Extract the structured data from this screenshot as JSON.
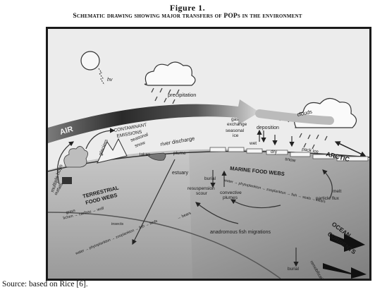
{
  "figure_number": "Figure 1.",
  "figure_title": "Schematic drawing showing major transfers of POPs in the environment",
  "labels": {
    "hv": "hv",
    "air": "AIR",
    "precipitation": "precipitation",
    "clouds": "clouds",
    "multiple_hops": "multiple hops",
    "contaminant_emissions_1": "CONTAMINANT",
    "contaminant_emissions_2": "EMISSIONS",
    "glaciers": "glaciers",
    "seasonal_snow_1": "seasonal",
    "seasonal_snow_2": "snow",
    "river_discharge": "river discharge",
    "gas_exchange_1": "gas",
    "gas_exchange_2": "exchange",
    "seasonal_ice_1": "seasonal",
    "seasonal_ice_2": "ice",
    "deposition": "deposition",
    "wet": "wet",
    "dry": "dry",
    "arctic": "ARCTIC",
    "pack_ice": "pack ice",
    "snow": "snow",
    "lakes": "lakes",
    "plume": "plume",
    "estuary": "estuary",
    "burial": "burial",
    "resuspension_scour_1": "resuspension",
    "resuspension_scour_2": "scour",
    "marine_food_webs": "MARINE FOOD WEBS",
    "marine_chain": "water → phytoplankton → zooplankton → fish → seals → bears",
    "melt": "melt",
    "particle_flux": "particle flux",
    "convective_plumes_1": "convective",
    "convective_plumes_2": "plumes",
    "outfalls": "outfalls",
    "terrestrial_food_webs_1": "TERRESTRIAL",
    "terrestrial_food_webs_2": "FOOD WEBS",
    "terrestrial_chain_1": "grass",
    "terrestrial_chain_2": "lichen → caribou → wolf",
    "insects": "insects",
    "freshwater_chain": "water → phytoplankton → zooplankton → fish → birds",
    "bears_small": "→ bears",
    "anadromous": "anadromous fish migrations",
    "ocean_currents_1": "OCEAN",
    "ocean_currents_2": "CURRENTS",
    "burial2": "burial",
    "remobilization": "remobilization"
  },
  "source_text": "Source: based on Rice [6]."
}
